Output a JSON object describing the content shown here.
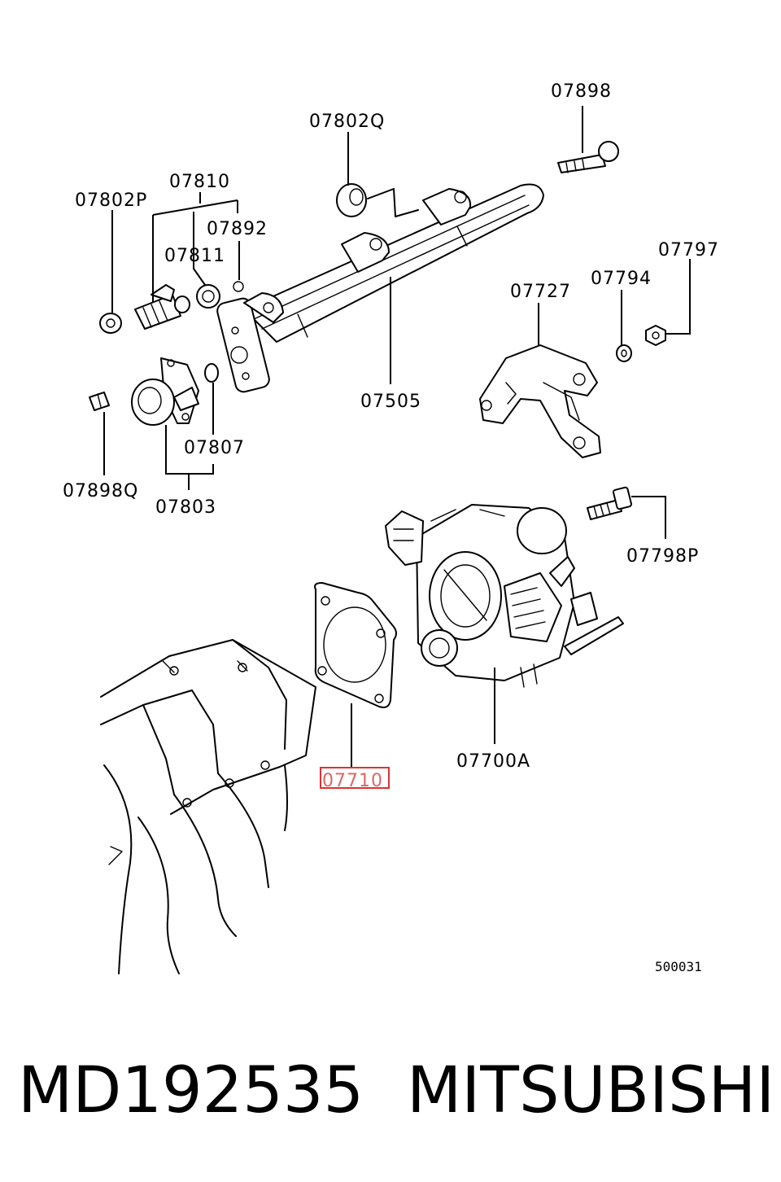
{
  "callouts": {
    "c07898": "07898",
    "c07802Q": "07802Q",
    "c07810": "07810",
    "c07802P": "07802P",
    "c07892": "07892",
    "c07811": "07811",
    "c07797": "07797",
    "c07727": "07727",
    "c07794": "07794",
    "c07505": "07505",
    "c07807": "07807",
    "c07898Q": "07898Q",
    "c07803": "07803",
    "c07798P": "07798P",
    "c07700A": "07700A",
    "c07710": "07710"
  },
  "highlighted_callout": "07710",
  "highlight_color": "#d93434",
  "diagram_ref": "500031",
  "footer": {
    "part_number": "MD192535",
    "brand": "MITSUBISHI"
  }
}
